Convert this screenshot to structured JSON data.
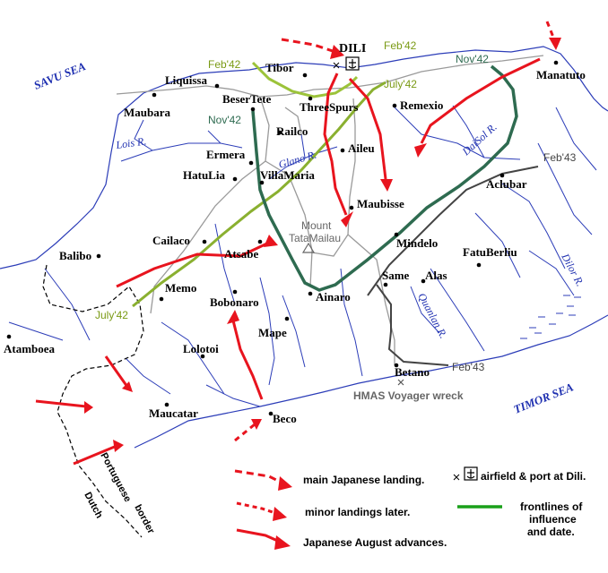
{
  "seas": {
    "savu": "SAVU SEA",
    "timor": "TIMOR SEA"
  },
  "towns": {
    "dili": "DILI",
    "tibor": "Tibor",
    "liquissa": "Liquissa",
    "maubara": "Maubara",
    "besertete": "BeserTete",
    "threespurs": "ThreeSpurs",
    "remexio": "Remexio",
    "railco": "Railco",
    "aileu": "Aileu",
    "ermera": "Ermera",
    "hatulia": "HatuLia",
    "villamaria": "VillaMaria",
    "maubisse": "Maubisse",
    "manatuto": "Manatuto",
    "aclubar": "Aclubar",
    "cailaco": "Cailaco",
    "atsabe": "Atsabe",
    "mindelo": "Mindelo",
    "fatuberliu": "FatuBerliu",
    "balibo": "Balibo",
    "memo": "Memo",
    "bobonaro": "Bobonaro",
    "ainaro": "Ainaro",
    "same": "Same",
    "alas": "Alas",
    "mape": "Mape",
    "atamboea": "Atamboea",
    "lolotoi": "Lolotoi",
    "betano": "Betano",
    "maucatar": "Maucatar",
    "beco": "Beco"
  },
  "rivers": {
    "lois": "Lois R.",
    "glano": "Glano R.",
    "daisol": "DaiSol R.",
    "quanlan": "Quanlan R.",
    "dilor": "Dilor R."
  },
  "dates": {
    "feb42_top": "Feb'42",
    "feb42_left": "Feb'42",
    "july42_top": "July'42",
    "nov42_left": "Nov'42",
    "nov42_right": "Nov'42",
    "feb43_top": "Feb'43",
    "july42_bottom": "July'42",
    "feb43_bottom": "Feb'43"
  },
  "mountain": {
    "line1": "Mount",
    "line2": "TataMailau"
  },
  "wreck_label": "HMAS Voyager wreck",
  "border_labels": {
    "portuguese": "Portuguese",
    "border": "border",
    "dutch": "Dutch"
  },
  "legend": {
    "main_landing": "main Japanese landing.",
    "minor_landings": "minor landings later.",
    "august_advances": "Japanese August advances.",
    "airfield": "airfield & port at Dili.",
    "frontlines_1": "frontlines of",
    "frontlines_2": "influence",
    "frontlines_3": "and date."
  },
  "colors": {
    "advance_red": "#e8141e",
    "feb42_line": "#9cc33a",
    "july42_line": "#8ab030",
    "nov42_line": "#2e6b50",
    "feb43_line": "#444444",
    "river_blue": "#2c3db8",
    "road_grey": "#9a9a9a",
    "legend_green": "#1aa01a"
  }
}
